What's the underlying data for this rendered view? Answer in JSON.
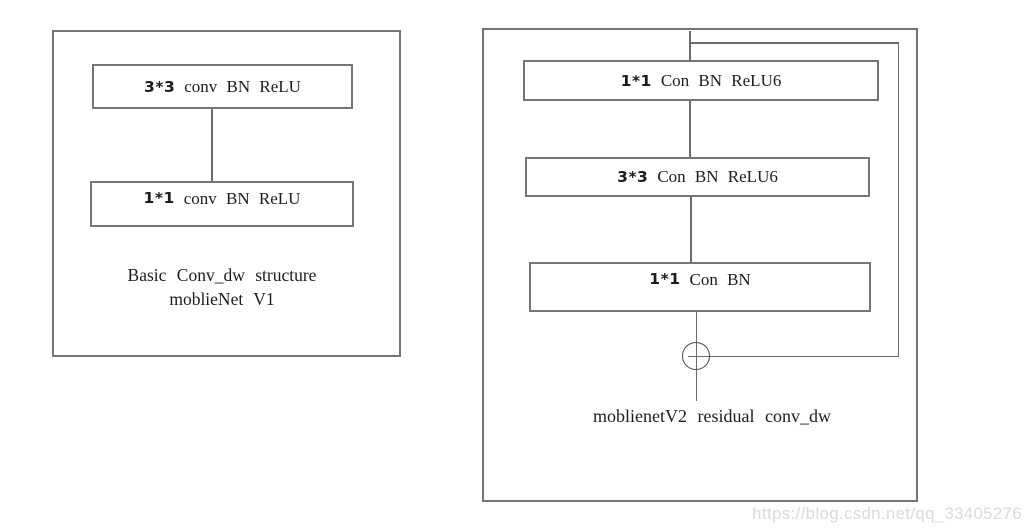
{
  "colors": {
    "border": "#757575",
    "line": "#6b6b6b",
    "text": "#1c1c1c",
    "watermark": "#d9d9d9",
    "background": "#ffffff"
  },
  "left_panel": {
    "boxes": [
      {
        "size": "3*3",
        "ops": "conv BN ReLU"
      },
      {
        "size": "1*1",
        "ops": "conv BN ReLU"
      }
    ],
    "caption_line1": "Basic Conv_dw structure",
    "caption_line2": "moblieNet V1"
  },
  "right_panel": {
    "boxes": [
      {
        "size": "1*1",
        "ops": "Con BN ReLU6"
      },
      {
        "size": "3*3",
        "ops": "Con BN ReLU6"
      },
      {
        "size": "1*1",
        "ops": "Con BN"
      }
    ],
    "caption": "moblienetV2 residual conv_dw"
  },
  "watermark": "https://blog.csdn.net/qq_33405276"
}
